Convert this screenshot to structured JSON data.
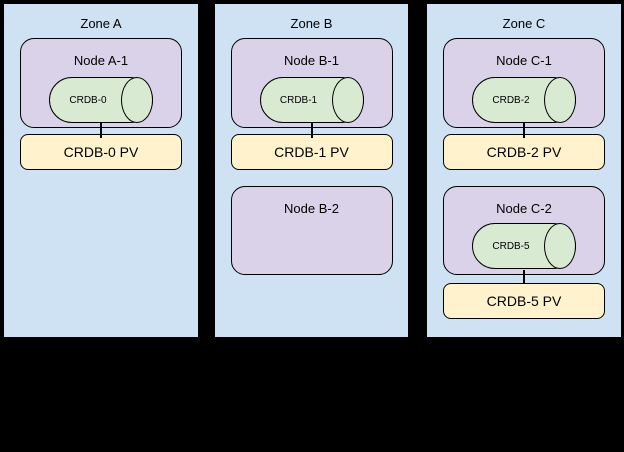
{
  "colors": {
    "zone_fill": "#cfe2f3",
    "node_fill": "#d9d2e9",
    "cylinder_fill": "#d9ead3",
    "pv_fill": "#fff2cc",
    "border": "#000000",
    "background": "#000000"
  },
  "zones": [
    {
      "title": "Zone A",
      "nodes": [
        {
          "title": "Node A-1",
          "db": "CRDB-0",
          "pv": "CRDB-0 PV"
        }
      ]
    },
    {
      "title": "Zone B",
      "nodes": [
        {
          "title": "Node B-1",
          "db": "CRDB-1",
          "pv": "CRDB-1 PV"
        },
        {
          "title": "Node B-2"
        }
      ]
    },
    {
      "title": "Zone C",
      "nodes": [
        {
          "title": "Node C-1",
          "db": "CRDB-2",
          "pv": "CRDB-2 PV"
        },
        {
          "title": "Node C-2",
          "db": "CRDB-5",
          "pv": "CRDB-5 PV"
        }
      ]
    }
  ]
}
